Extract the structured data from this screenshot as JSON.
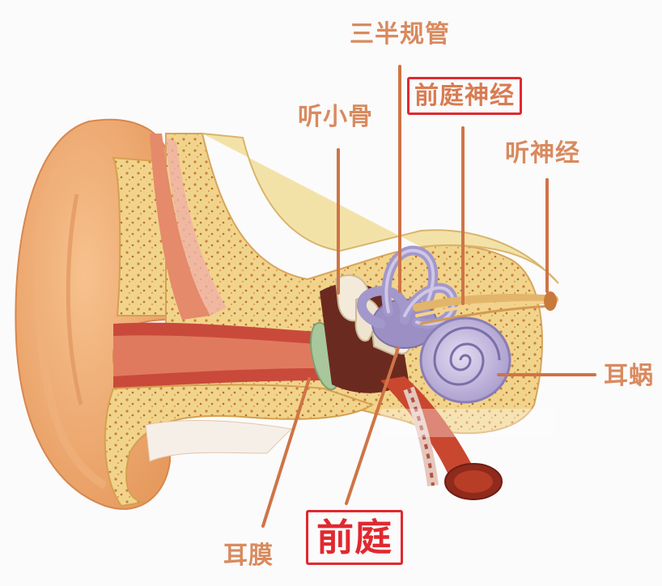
{
  "labels": {
    "semicircular_canals": "三半规管",
    "vestibular_nerve": "前庭神经",
    "ossicles": "听小骨",
    "auditory_nerve": "听神经",
    "cochlea": "耳蜗",
    "vestibule": "前庭",
    "eardrum": "耳膜"
  },
  "colors": {
    "label_text": "#d98a5e",
    "highlight_box": "#e0292f",
    "leader_line": "#cf7446"
  }
}
